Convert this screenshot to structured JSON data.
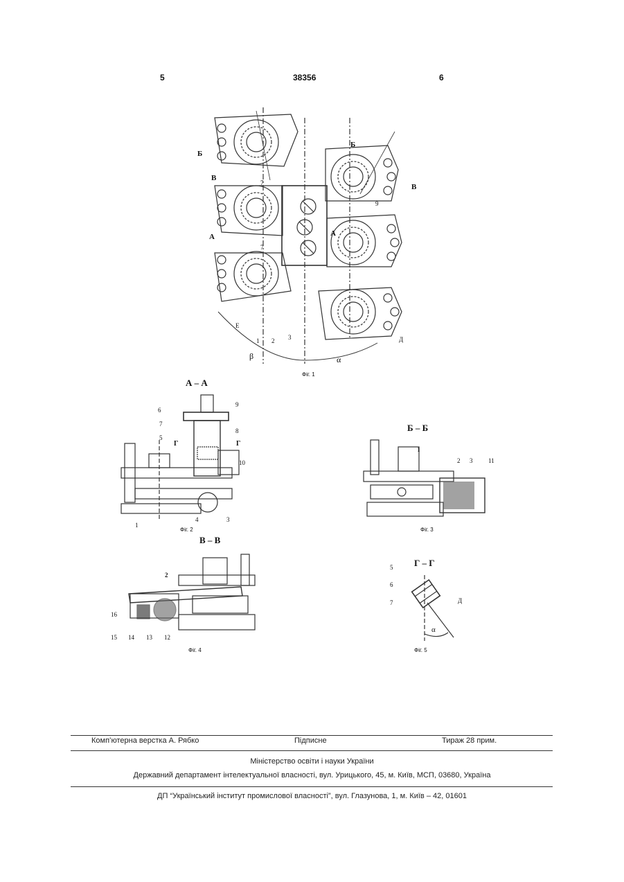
{
  "header": {
    "page_left": "5",
    "patent_number": "38356",
    "page_right": "6"
  },
  "figures": {
    "fig1": {
      "caption": "Фіг. 1",
      "labels": [
        "Б",
        "Б",
        "В",
        "В",
        "А",
        "А",
        "9",
        "7",
        "7",
        "Е",
        "1",
        "2",
        "3",
        "Д",
        "β",
        "α"
      ]
    },
    "fig2": {
      "section": "А – А",
      "caption": "Фіг. 2",
      "labels": [
        "9",
        "6",
        "8",
        "7",
        "5",
        "Г",
        "Г",
        "10",
        "4",
        "3",
        "1"
      ]
    },
    "fig3": {
      "section": "Б – Б",
      "caption": "Фіг. 3",
      "labels": [
        "1",
        "2",
        "3",
        "11"
      ]
    },
    "fig4": {
      "section": "В – В",
      "caption": "Фіг. 4",
      "labels": [
        "2",
        "16",
        "15",
        "14",
        "13",
        "12"
      ]
    },
    "fig5": {
      "section": "Г – Г",
      "caption": "Фіг. 5",
      "labels": [
        "5",
        "6",
        "7",
        "Д",
        "α"
      ]
    }
  },
  "footer": {
    "typesetting": "Комп’ютерна верстка А. Рябко",
    "signed": "Підписне",
    "circulation": "Тираж 28 прим.",
    "ministry": "Міністерство освіти і науки України",
    "department": "Державний департамент інтелектуальної власності, вул. Урицького, 45, м. Київ, МСП, 03680, Україна",
    "institute": "ДП “Український інститут промислової власності”, вул. Глазунова, 1, м. Київ – 42, 01601"
  }
}
